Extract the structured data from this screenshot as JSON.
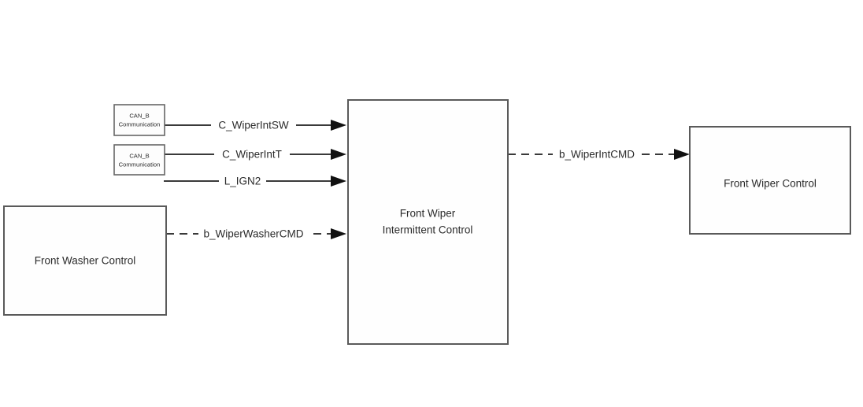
{
  "colors": {
    "background": "#ffffff",
    "box_border": "#5a5a5a",
    "wire": "#3a3a3a",
    "arrowhead": "#111111",
    "text": "#2b2b2b"
  },
  "blocks": {
    "can_b_1": {
      "line1": "CAN_B",
      "line2": "Communication"
    },
    "can_b_2": {
      "line1": "CAN_B",
      "line2": "Communication"
    },
    "front_washer": {
      "label": "Front Washer Control"
    },
    "front_wiper_intermittent": {
      "line1": "Front Wiper",
      "line2": "Intermittent Control"
    },
    "front_wiper": {
      "label": "Front Wiper Control"
    }
  },
  "signals": {
    "c_wiper_int_sw": {
      "label": "C_WiperIntSW",
      "style": "solid",
      "from": "CAN_B Communication",
      "to": "Front Wiper Intermittent Control"
    },
    "c_wiper_int_t": {
      "label": "C_WiperIntT",
      "style": "solid",
      "from": "CAN_B Communication",
      "to": "Front Wiper Intermittent Control"
    },
    "l_ign2": {
      "label": "L_IGN2",
      "style": "solid",
      "from": "",
      "to": "Front Wiper Intermittent Control"
    },
    "b_wiper_washer_cmd": {
      "label": "b_WiperWasherCMD",
      "style": "dashed",
      "from": "Front Washer Control",
      "to": "Front Wiper Intermittent Control"
    },
    "b_wiper_int_cmd": {
      "label": "b_WiperIntCMD",
      "style": "dashed",
      "from": "Front Wiper Intermittent Control",
      "to": "Front Wiper Control"
    }
  }
}
